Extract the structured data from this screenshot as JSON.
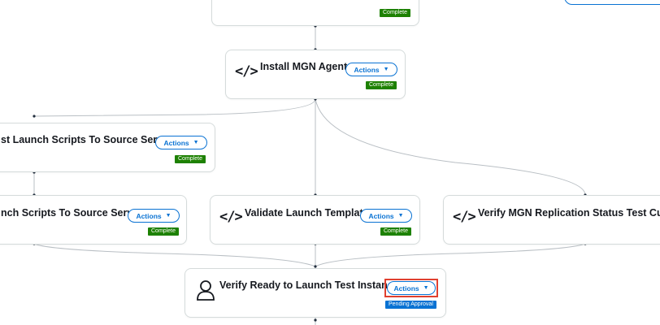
{
  "nodes": {
    "top": {
      "status": "Complete"
    },
    "install_mgn": {
      "title": "Install MGN Agents",
      "actions": "Actions",
      "status": "Complete"
    },
    "post_scripts": {
      "title": "st Launch Scripts To Source Servers",
      "actions": "Actions",
      "status": "Complete"
    },
    "launch_scripts": {
      "title": "nch Scripts To Source Servers",
      "actions": "Actions",
      "status": "Complete"
    },
    "validate_template": {
      "title": "Validate Launch Template",
      "actions": "Actions",
      "status": "Complete"
    },
    "verify_replication": {
      "title": "Verify MGN Replication Status Test Cutover"
    },
    "verify_ready": {
      "title": "Verify Ready to Launch Test Instances",
      "actions": "Actions",
      "status": "Pending Approval"
    }
  },
  "icons": {
    "code": "</>",
    "person": "person-icon",
    "dropdown": "▼"
  },
  "colors": {
    "accent": "#0972d3",
    "complete": "#1d8102",
    "highlight": "#e0402f",
    "border": "#d5dbdb"
  }
}
